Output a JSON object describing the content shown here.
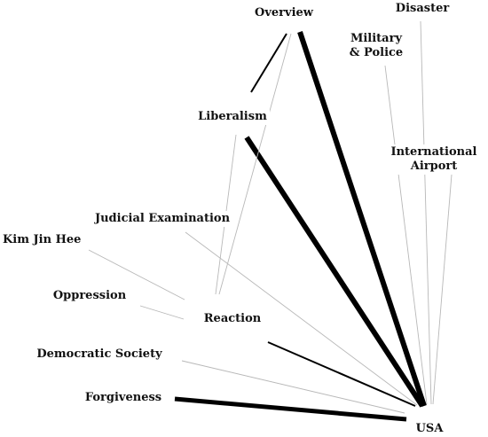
{
  "diagram": {
    "nodes": [
      {
        "id": "overview",
        "label": "Overview"
      },
      {
        "id": "disaster",
        "label": "Disaster"
      },
      {
        "id": "military",
        "label": "Military\n& Police"
      },
      {
        "id": "liberalism",
        "label": "Liberalism"
      },
      {
        "id": "airport",
        "label": "International\nAirport"
      },
      {
        "id": "judicial",
        "label": "Judicial Examination"
      },
      {
        "id": "kim",
        "label": "Kim Jin Hee"
      },
      {
        "id": "oppression",
        "label": "Oppression"
      },
      {
        "id": "reaction",
        "label": "Reaction"
      },
      {
        "id": "democratic",
        "label": "Democratic Society"
      },
      {
        "id": "forgiveness",
        "label": "Forgiveness"
      },
      {
        "id": "usa",
        "label": "USA"
      }
    ],
    "edges": [
      {
        "from": "overview",
        "to": "usa",
        "weight": 5
      },
      {
        "from": "liberalism",
        "to": "usa",
        "weight": 5
      },
      {
        "from": "forgiveness",
        "to": "usa",
        "weight": 4
      },
      {
        "from": "reaction",
        "to": "usa",
        "weight": 2
      },
      {
        "from": "overview",
        "to": "liberalism",
        "weight": 2
      },
      {
        "from": "overview",
        "to": "reaction",
        "weight": 1
      },
      {
        "from": "liberalism",
        "to": "reaction",
        "weight": 1
      },
      {
        "from": "military",
        "to": "usa",
        "weight": 1
      },
      {
        "from": "disaster",
        "to": "usa",
        "weight": 1
      },
      {
        "from": "airport",
        "to": "usa",
        "weight": 1
      },
      {
        "from": "judicial",
        "to": "usa",
        "weight": 1
      },
      {
        "from": "kim",
        "to": "reaction",
        "weight": 1
      },
      {
        "from": "oppression",
        "to": "reaction",
        "weight": 1
      },
      {
        "from": "democratic",
        "to": "usa",
        "weight": 1
      }
    ],
    "edge_color": "#000000"
  }
}
